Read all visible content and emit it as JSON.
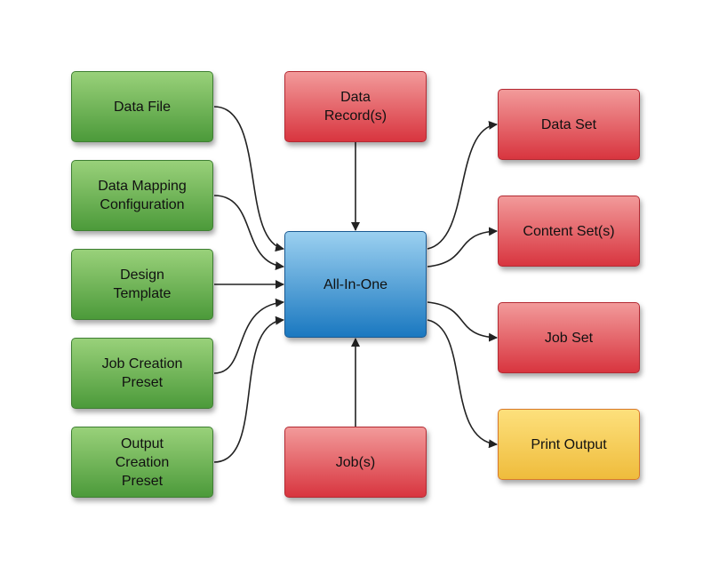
{
  "diagram": {
    "center": {
      "id": "all-in-one",
      "label": "All-In-One",
      "color": "#3a96d6"
    },
    "inputs_left": [
      {
        "id": "data-file",
        "label": "Data File"
      },
      {
        "id": "data-mapping-configuration",
        "label": "Data Mapping\nConfiguration"
      },
      {
        "id": "design-template",
        "label": "Design\nTemplate"
      },
      {
        "id": "job-creation-preset",
        "label": "Job Creation\nPreset"
      },
      {
        "id": "output-creation-preset",
        "label": "Output\nCreation\nPreset"
      }
    ],
    "input_top": {
      "id": "data-records",
      "label": "Data\nRecord(s)"
    },
    "input_bottom": {
      "id": "jobs",
      "label": "Job(s)"
    },
    "outputs_right": [
      {
        "id": "data-set",
        "label": "Data Set"
      },
      {
        "id": "content-sets",
        "label": "Content Set(s)"
      },
      {
        "id": "job-set",
        "label": "Job Set"
      },
      {
        "id": "print-output",
        "label": "Print Output"
      }
    ],
    "colors": {
      "input": "#5fae4a",
      "record": "#e04a52",
      "center": "#3a96d6",
      "final": "#f5cd55"
    }
  }
}
